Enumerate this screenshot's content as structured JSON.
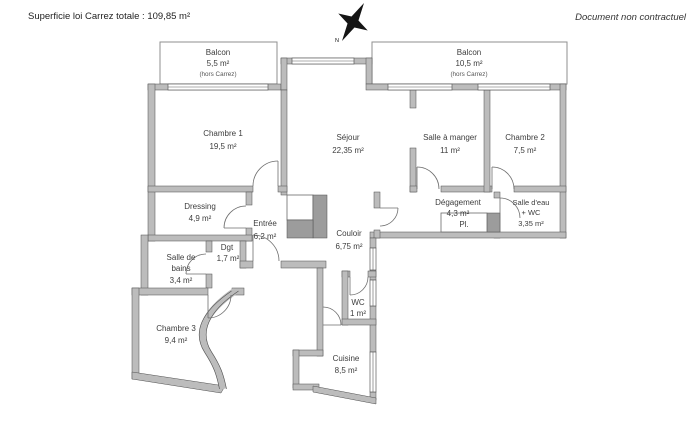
{
  "header": {
    "title_left": "Superficie loi Carrez totale :  109,85 m²",
    "note_right": "Document non contractuel"
  },
  "compass": {
    "north_label": "N"
  },
  "rooms": {
    "balcon1": {
      "name": "Balcon",
      "area": "5,5 m²",
      "note": "(hors Carrez)"
    },
    "balcon2": {
      "name": "Balcon",
      "area": "10,5 m²",
      "note": "(hors Carrez)"
    },
    "chambre1": {
      "name": "Chambre 1",
      "area": "19,5 m²"
    },
    "sejour": {
      "name": "Séjour",
      "area": "22,35 m²"
    },
    "salle_a_manger": {
      "name": "Salle à manger",
      "area": "11 m²"
    },
    "chambre2": {
      "name": "Chambre 2",
      "area": "7,5 m²"
    },
    "dressing": {
      "name": "Dressing",
      "area": "4,9 m²"
    },
    "entree": {
      "name": "Entrée",
      "area": "6,2 m²"
    },
    "couloir": {
      "name": "Couloir",
      "area": "6,75 m²"
    },
    "degagement": {
      "name": "Dégagement",
      "area": "4,3 m²"
    },
    "salle_deau": {
      "name": "Salle d'eau",
      "name2": "+ WC",
      "area": "3,35 m²"
    },
    "dgt": {
      "name": "Dgt",
      "area": "1,7 m²"
    },
    "salle_de_bains": {
      "name": "Salle de",
      "name2": "bains",
      "area": "3,4 m²"
    },
    "chambre3": {
      "name": "Chambre 3",
      "area": "9,4 m²"
    },
    "wc": {
      "name": "WC",
      "area": "1 m²"
    },
    "cuisine": {
      "name": "Cuisine",
      "area": "8,5 m²"
    },
    "placard": {
      "name": "Pl."
    }
  }
}
